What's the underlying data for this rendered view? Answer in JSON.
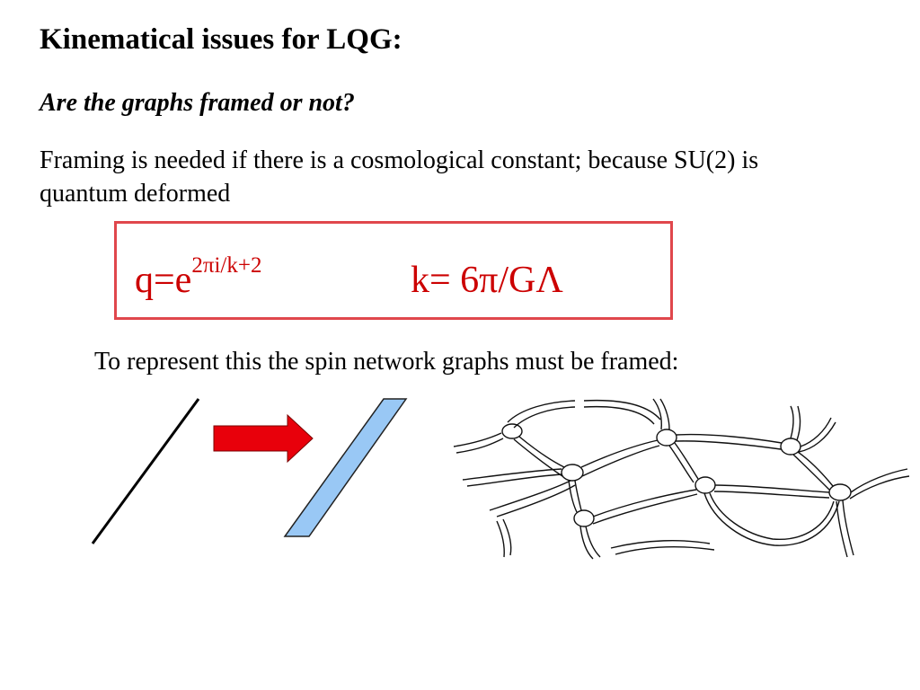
{
  "slide": {
    "title": "Kinematical issues for LQG:",
    "subtitle": "Are the graphs framed or not?",
    "paragraph": "Framing is needed if there is a cosmological constant; because SU(2) is quantum deformed",
    "formula_q_base": "q=e",
    "formula_q_exponent": "2πi/k+2",
    "formula_k": "k= 6π/GΛ",
    "caption": "To represent this the spin network graphs must be framed:"
  },
  "colors": {
    "formula_text": "#cc0000",
    "box_border": "#e0474c",
    "arrow_fill": "#e8000b",
    "ribbon_fill": "#99c8f5"
  },
  "icons": {
    "line": "unframed-edge-line",
    "arrow": "right-arrow-icon",
    "ribbon": "framed-ribbon",
    "network": "spin-network-drawing"
  }
}
